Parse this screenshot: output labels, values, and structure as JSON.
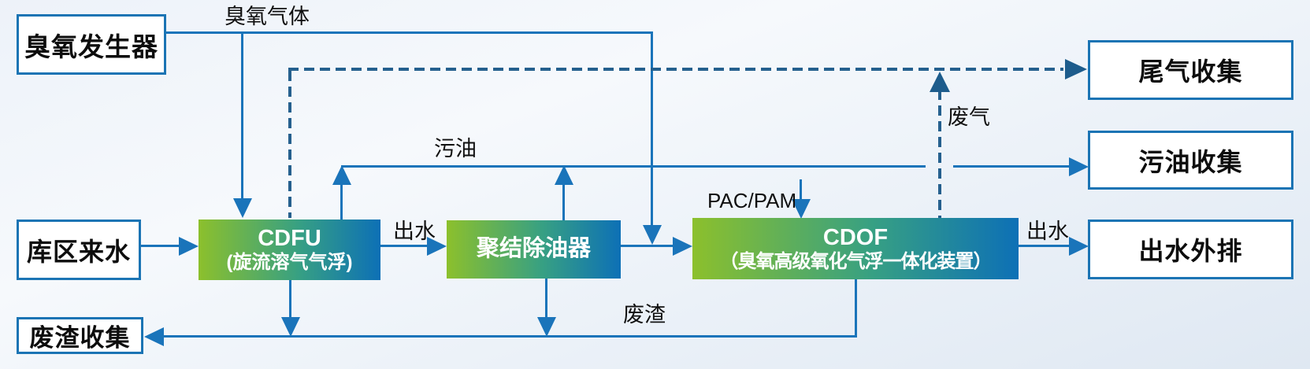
{
  "diagram": {
    "nodes": {
      "ozone_generator": "臭氧发生器",
      "feed_water": "库区来水",
      "waste_residue_collection": "废渣收集",
      "cdfu_title": "CDFU",
      "cdfu_subtitle": "(旋流溶气气浮)",
      "coalescer": "聚结除油器",
      "cdof_title": "CDOF",
      "cdof_subtitle": "（臭氧高级氧化气浮一体化装置）",
      "tail_gas_collection": "尾气收集",
      "waste_oil_collection": "污油收集",
      "effluent_discharge": "出水外排"
    },
    "flow_labels": {
      "ozone_gas": "臭氧气体",
      "effluent_1": "出水",
      "waste_oil": "污油",
      "pac_pam": "PAC/PAM",
      "waste_gas": "废气",
      "effluent_2": "出水",
      "waste_residue": "废渣"
    },
    "colors": {
      "solid_line": "#1a74ba",
      "dashed_line": "#25608e",
      "dashed_arrow": "#1d5c8c",
      "box_border": "#1b74b4",
      "gradient_left_green": "#8cc02c",
      "gradient_mid_teal": "#37a083",
      "gradient_right_blue": "#0d70b6",
      "background": "#edf2f9"
    }
  }
}
